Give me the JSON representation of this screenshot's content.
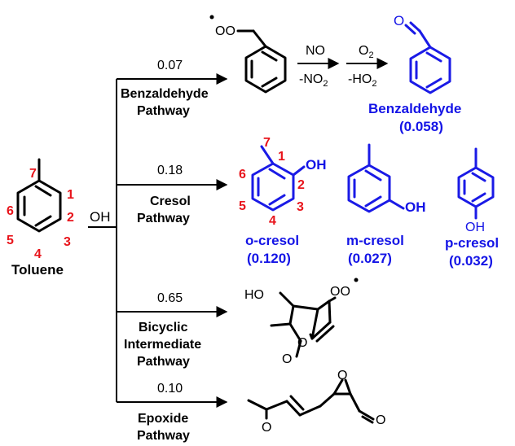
{
  "reactant": {
    "name": "Toluene",
    "numbers": [
      "7",
      "1",
      "2",
      "3",
      "4",
      "5",
      "6"
    ]
  },
  "oxidant": "OH",
  "pathways": [
    {
      "yield": "0.07",
      "name_lines": [
        "Benzaldehyde",
        "Pathway"
      ]
    },
    {
      "yield": "0.18",
      "name_lines": [
        "Cresol",
        "Pathway"
      ]
    },
    {
      "yield": "0.65",
      "name_lines": [
        "Bicyclic",
        "Intermediate",
        "Pathway"
      ]
    },
    {
      "yield": "0.10",
      "name_lines": [
        "Epoxide",
        "Pathway"
      ]
    }
  ],
  "benzaldehyde_steps": {
    "step1_top": "NO",
    "step1_bottom_main": "-NO",
    "step1_bottom_sub": "2",
    "step2_top_main": "O",
    "step2_top_sub": "2",
    "step2_bottom_main": "-HO",
    "step2_bottom_sub": "2"
  },
  "peroxy_label": "OO",
  "products": {
    "benzaldehyde": {
      "name": "Benzaldehyde",
      "yield": "(0.058)",
      "oxygen": "O"
    },
    "o_cresol": {
      "name": "o-cresol",
      "yield": "(0.120)",
      "oh": "OH",
      "numbers": [
        "7",
        "1",
        "2",
        "3",
        "4",
        "5",
        "6"
      ]
    },
    "m_cresol": {
      "name": "m-cresol",
      "yield": "(0.027)",
      "oh": "OH"
    },
    "p_cresol": {
      "name": "p-cresol",
      "yield": "(0.032)",
      "oh": "OH"
    }
  },
  "bicyclic_labels": {
    "ho": "HO",
    "oo": "OO",
    "o1": "O",
    "o2": "O"
  },
  "epoxide_labels": {
    "ketone_o": "O",
    "ring_o": "O",
    "aldehyde_o": "O"
  },
  "colors": {
    "product": "#1414e6",
    "numbering": "#e8141b",
    "text": "#000000"
  }
}
